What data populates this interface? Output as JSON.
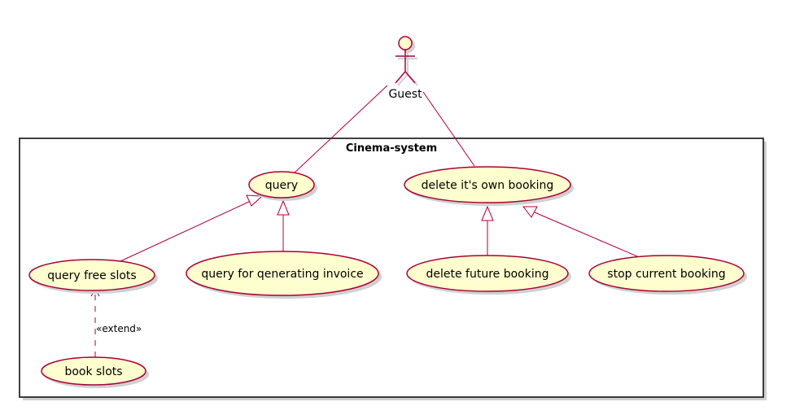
{
  "diagram": {
    "boundary_title": "Cinema-system",
    "actor": {
      "name": "Guest",
      "icon": "stick-figure-icon"
    },
    "use_cases": {
      "query": "query",
      "delete_own": "delete it's own booking",
      "query_free": "query free slots",
      "query_invoice": "query for qenerating invoice",
      "delete_future": "delete future booking",
      "stop_current": "stop current booking",
      "book_slots": "book slots"
    },
    "relations": [
      {
        "from": "Guest",
        "to": "query",
        "type": "association"
      },
      {
        "from": "Guest",
        "to": "delete it's own booking",
        "type": "association"
      },
      {
        "from": "query free slots",
        "to": "query",
        "type": "generalization"
      },
      {
        "from": "query for qenerating invoice",
        "to": "query",
        "type": "generalization"
      },
      {
        "from": "delete future booking",
        "to": "delete it's own booking",
        "type": "generalization"
      },
      {
        "from": "stop current booking",
        "to": "delete it's own booking",
        "type": "generalization"
      },
      {
        "from": "book slots",
        "to": "query free slots",
        "type": "extend"
      }
    ],
    "extend_label": "«extend»",
    "colors": {
      "line": "#a80036",
      "fill": "#fefece"
    }
  }
}
